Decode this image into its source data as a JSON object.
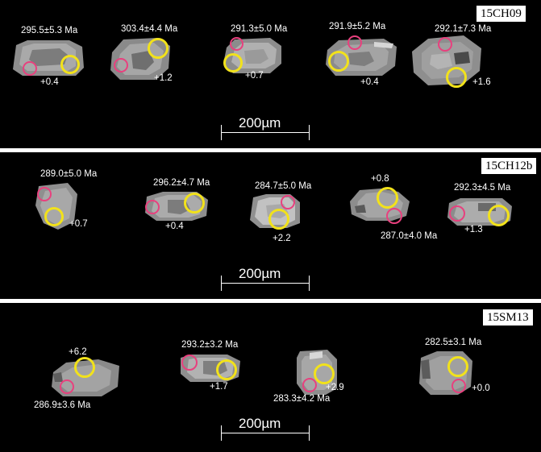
{
  "colors": {
    "background": "#000000",
    "ablation_spot": "#e8407e",
    "analysis_spot": "#f2e21b",
    "text": "#ffffff"
  },
  "panels": [
    {
      "sample": "15CH09",
      "scale_label": "200µm",
      "grains": [
        {
          "age": "295.5±5.3 Ma",
          "epsilon": "+0.4"
        },
        {
          "age": "303.4±4.4 Ma",
          "epsilon": "+1.2"
        },
        {
          "age": "291.3±5.0 Ma",
          "epsilon": "+0.7"
        },
        {
          "age": "291.9±5.2 Ma",
          "epsilon": "+0.4"
        },
        {
          "age": "292.1±7.3 Ma",
          "epsilon": "+1.6"
        }
      ]
    },
    {
      "sample": "15CH12b",
      "scale_label": "200µm",
      "grains": [
        {
          "age": "289.0±5.0 Ma",
          "epsilon": "+0.7"
        },
        {
          "age": "296.2±4.7 Ma",
          "epsilon": "+0.4"
        },
        {
          "age": "284.7±5.0 Ma",
          "epsilon": "+2.2"
        },
        {
          "age": "287.0±4.0 Ma",
          "epsilon": "+0.8"
        },
        {
          "age": "292.3±4.5 Ma",
          "epsilon": "+1.3"
        }
      ]
    },
    {
      "sample": "15SM13",
      "scale_label": "200µm",
      "grains": [
        {
          "age": "286.9±3.6 Ma",
          "epsilon": "+6.2"
        },
        {
          "age": "293.2±3.2 Ma",
          "epsilon": "+1.7"
        },
        {
          "age": "283.3±4.2 Ma",
          "epsilon": "+2.9"
        },
        {
          "age": "282.5±3.1 Ma",
          "epsilon": "+0.0"
        }
      ]
    }
  ]
}
